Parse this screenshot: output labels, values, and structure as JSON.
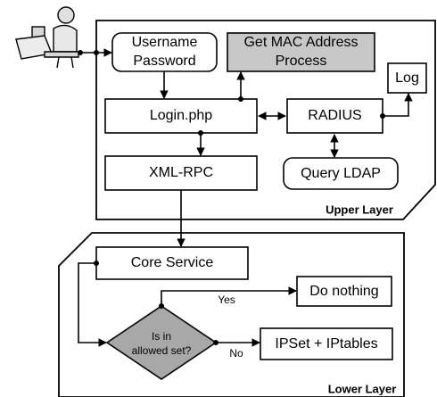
{
  "nodes": {
    "username_password": [
      "Username",
      "Password"
    ],
    "get_mac": [
      "Get MAC Address",
      "Process"
    ],
    "log": "Log",
    "login": "Login.php",
    "radius": "RADIUS",
    "query_ldap": "Query LDAP",
    "xml_rpc": "XML-RPC",
    "core_service": "Core Service",
    "do_nothing": "Do nothing",
    "decision": [
      "Is in",
      "allowed set?"
    ],
    "ipset": "IPSet + IPtables"
  },
  "edges": {
    "yes": "Yes",
    "no": "No"
  },
  "layers": {
    "upper": "Upper Layer",
    "lower": "Lower Layer"
  },
  "colors": {
    "gray_fill": "#c8c8c8",
    "stroke": "#000000"
  },
  "icons": {
    "user": "user-at-computer-icon"
  }
}
